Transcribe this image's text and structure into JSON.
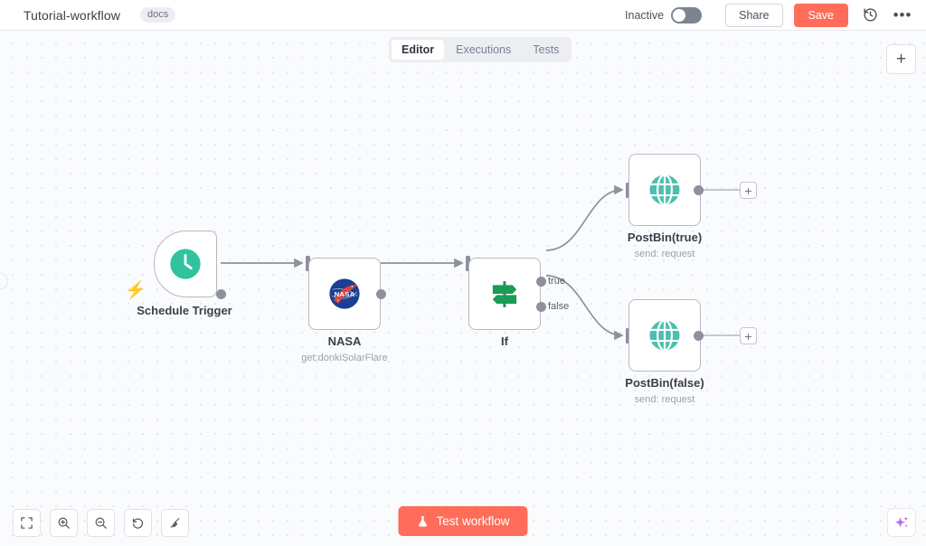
{
  "header": {
    "workflow_title": "Tutorial-workflow",
    "tag": "docs",
    "active_label": "Inactive",
    "share_label": "Share",
    "save_label": "Save",
    "history_icon": "history-icon",
    "more_icon": "ellipsis-icon",
    "toggle_state": "off"
  },
  "tabs": [
    {
      "label": "Editor",
      "active": true
    },
    {
      "label": "Executions",
      "active": false
    },
    {
      "label": "Tests",
      "active": false
    }
  ],
  "canvas": {
    "add_node_label": "+",
    "nodes": [
      {
        "id": "schedule-trigger",
        "label": "Schedule Trigger",
        "subtitle": "",
        "icon": "clock-icon",
        "type": "trigger",
        "accent": "#30c39e"
      },
      {
        "id": "nasa",
        "label": "NASA",
        "subtitle": "get:donkiSolarFlare",
        "icon": "nasa-logo-icon",
        "type": "standard",
        "accent": "#1f4ea1"
      },
      {
        "id": "if",
        "label": "If",
        "subtitle": "",
        "icon": "signpost-icon",
        "type": "standard",
        "accent": "#1a9b56"
      },
      {
        "id": "postbin-true",
        "label": "PostBin(true)",
        "subtitle": "send: request",
        "icon": "globe-icon",
        "type": "standard",
        "accent": "#4cbfae"
      },
      {
        "id": "postbin-false",
        "label": "PostBin(false)",
        "subtitle": "send: request",
        "icon": "globe-icon",
        "type": "standard",
        "accent": "#4cbfae"
      }
    ],
    "ports": {
      "true_label": "true",
      "false_label": "false"
    },
    "endpoint_plus": "+"
  },
  "toolbar": {
    "buttons": [
      {
        "name": "fit-to-view",
        "icon": "fit-screen-icon"
      },
      {
        "name": "zoom-in",
        "icon": "zoom-in-icon"
      },
      {
        "name": "zoom-out",
        "icon": "zoom-out-icon"
      },
      {
        "name": "reset-zoom",
        "icon": "undo-icon"
      },
      {
        "name": "tidy-up",
        "icon": "broom-icon"
      }
    ],
    "test_workflow_label": "Test workflow",
    "test_icon": "flask-icon",
    "ai_assistant_icon": "sparkles-icon"
  },
  "colors": {
    "accent_coral": "#ff6d5a",
    "canvas_bg": "#fafbfd",
    "node_border": "#b6b9c1",
    "edge": "#8c919c"
  }
}
